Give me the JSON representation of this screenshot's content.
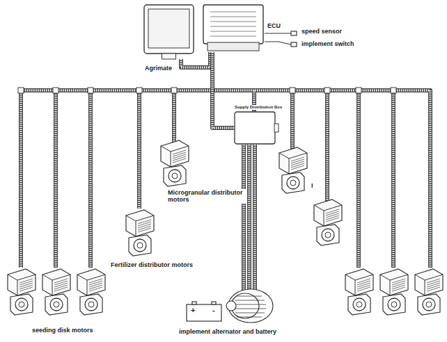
{
  "diagram": {
    "nodes": [
      {
        "text": [
          "Agrimate"
        ]
      },
      {
        "text": [
          "ECU"
        ]
      },
      {
        "text": [
          "Supply Distribution Box"
        ]
      }
    ],
    "edges": [
      {
        "from": 0,
        "to": 1,
        "arrow": "none"
      },
      {
        "from": 1,
        "to": 2,
        "arrow": "none"
      }
    ],
    "labels": [
      "speed sensor",
      "implement switch",
      "Microgranular distributor motors",
      "Fertilizer distributor motors",
      "I",
      "seeding disk motors",
      "+",
      "-",
      "implement alternator and battery"
    ]
  }
}
